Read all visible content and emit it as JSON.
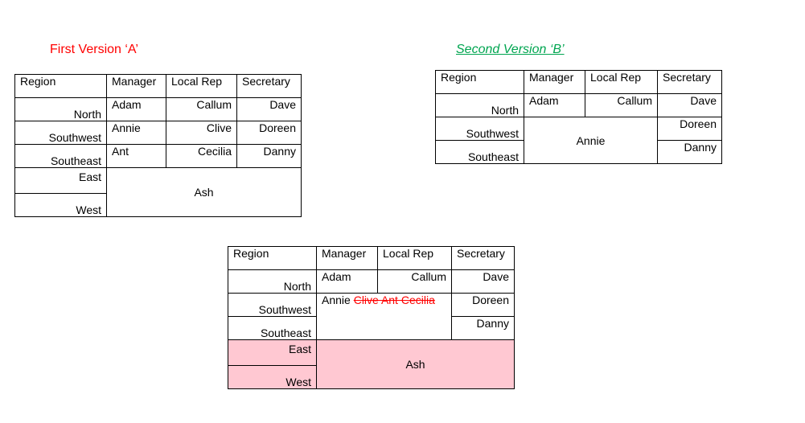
{
  "version_a": {
    "title": "First Version ‘A’",
    "headers": [
      "Region",
      "Manager",
      "Local Rep",
      "Secretary"
    ],
    "rows": [
      {
        "region": "North",
        "manager": "Adam",
        "local_rep": "Callum",
        "secretary": "Dave"
      },
      {
        "region": "Southwest",
        "manager": "Annie",
        "local_rep": "Clive",
        "secretary": "Doreen"
      },
      {
        "region": "Southeast",
        "manager": "Ant",
        "local_rep": "Cecilia",
        "secretary": "Danny"
      },
      {
        "region": "East"
      },
      {
        "region": "West"
      }
    ],
    "merged_east_west": "Ash"
  },
  "version_b": {
    "title": "Second Version ‘B’",
    "headers": [
      "Region",
      "Manager",
      "Local Rep",
      "Secretary"
    ],
    "rows": [
      {
        "region": "North",
        "manager": "Adam",
        "local_rep": "Callum",
        "secretary": "Dave"
      },
      {
        "region": "Southwest",
        "secretary": "Doreen"
      },
      {
        "region": "Southeast",
        "secretary": "Danny"
      }
    ],
    "merged_southwest_southeast": "Annie"
  },
  "version_c": {
    "headers": [
      "Region",
      "Manager",
      "Local Rep",
      "Secretary"
    ],
    "rows": [
      {
        "region": "North",
        "manager": "Adam",
        "local_rep": "Callum",
        "secretary": "Dave"
      },
      {
        "region": "Southwest",
        "secretary": "Doreen"
      },
      {
        "region": "Southeast",
        "secretary": "Danny"
      },
      {
        "region": "East"
      },
      {
        "region": "West"
      }
    ],
    "merged_southwest_southeast": {
      "kept": "Annie",
      "struck": "Clive Ant Cecilia"
    },
    "merged_east_west": "Ash",
    "highlight_color": "#ffc8d2",
    "strike_color": "#ff0000"
  }
}
